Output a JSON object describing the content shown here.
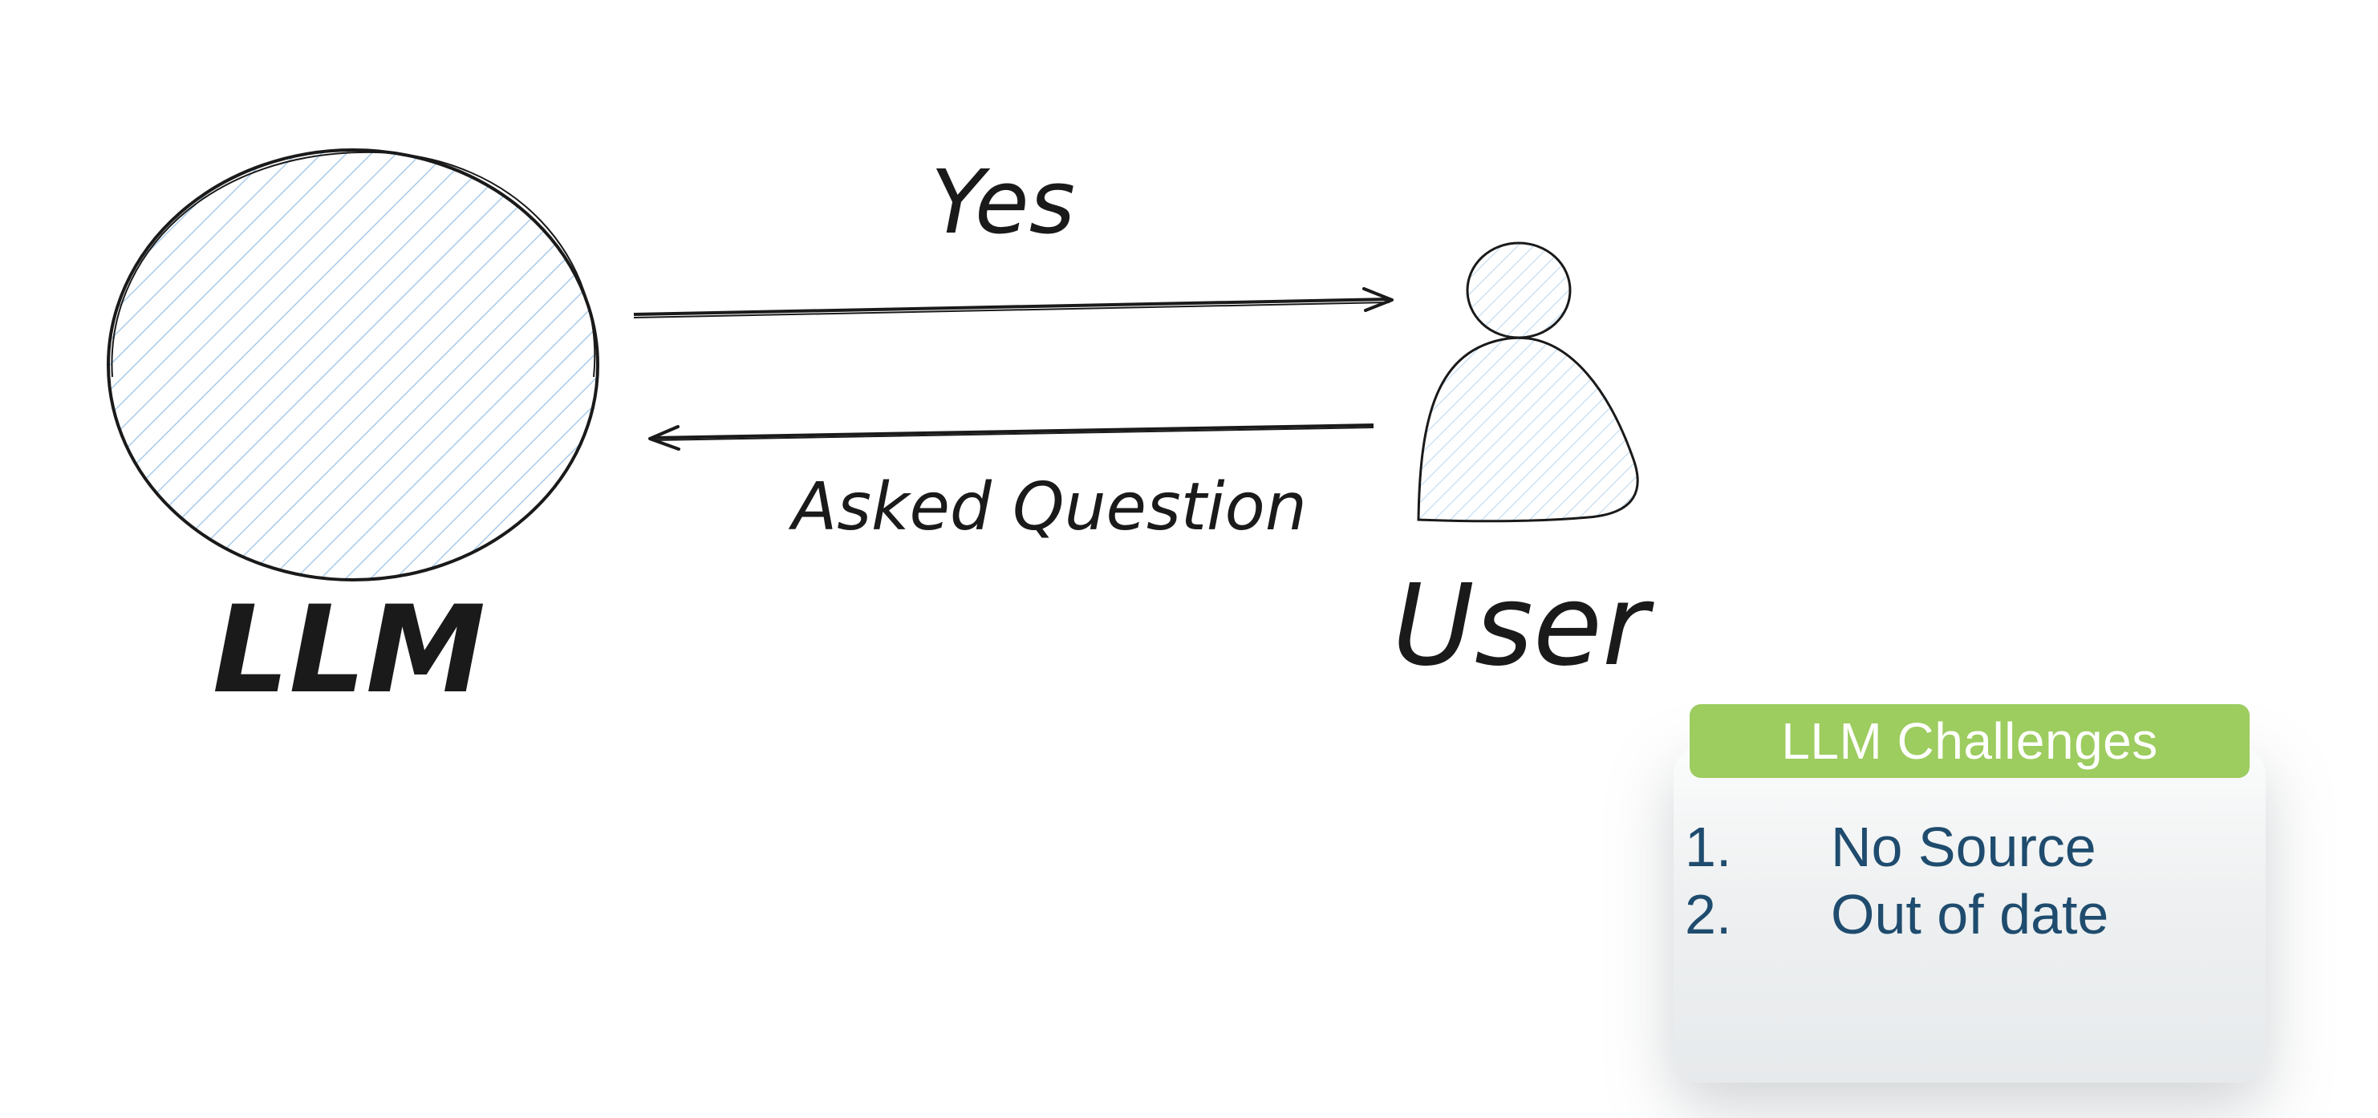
{
  "diagram": {
    "nodes": {
      "llm": {
        "label": "LLM"
      },
      "user": {
        "label": "User"
      }
    },
    "edges": [
      {
        "from": "llm",
        "to": "user",
        "label": "Yes"
      },
      {
        "from": "user",
        "to": "llm",
        "label": "Asked Question"
      }
    ]
  },
  "challenges": {
    "title": "LLM Challenges",
    "items": [
      {
        "number": "1.",
        "text": "No Source"
      },
      {
        "number": "2.",
        "text": "Out of date"
      }
    ]
  },
  "colors": {
    "stroke": "#1a1a1a",
    "hatch": "#a9cbea",
    "header_bg": "#9dcc5f",
    "list_text": "#1f4c6e"
  }
}
